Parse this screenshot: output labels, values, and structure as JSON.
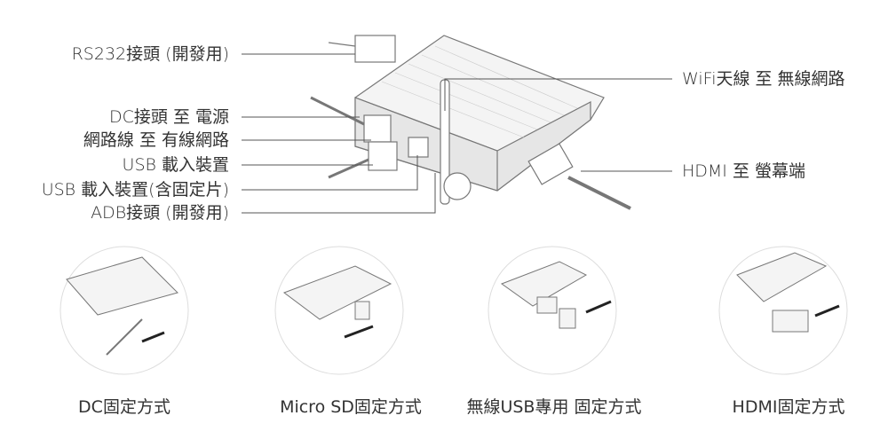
{
  "callouts_left": [
    {
      "label": "RS232接頭 (開發用)"
    },
    {
      "label": "DC接頭 至 電源"
    },
    {
      "label": "網路線 至 有線網路"
    },
    {
      "label": "USB 載入裝置"
    },
    {
      "label": "USB 載入裝置(含固定片)"
    },
    {
      "label": "ADB接頭 (開發用)"
    }
  ],
  "callouts_right": [
    {
      "label": "WiFi天線 至 無線網路"
    },
    {
      "label": "HDMI 至 螢幕端"
    }
  ],
  "details": [
    {
      "caption": "DC固定方式"
    },
    {
      "caption": "Micro SD固定方式"
    },
    {
      "caption": "無線USB專用 固定方式"
    },
    {
      "caption": "HDMI固定方式"
    }
  ],
  "colors": {
    "line": "#555555",
    "text": "#333333",
    "device": "#f2f2f2",
    "circle": "#dddddd"
  }
}
